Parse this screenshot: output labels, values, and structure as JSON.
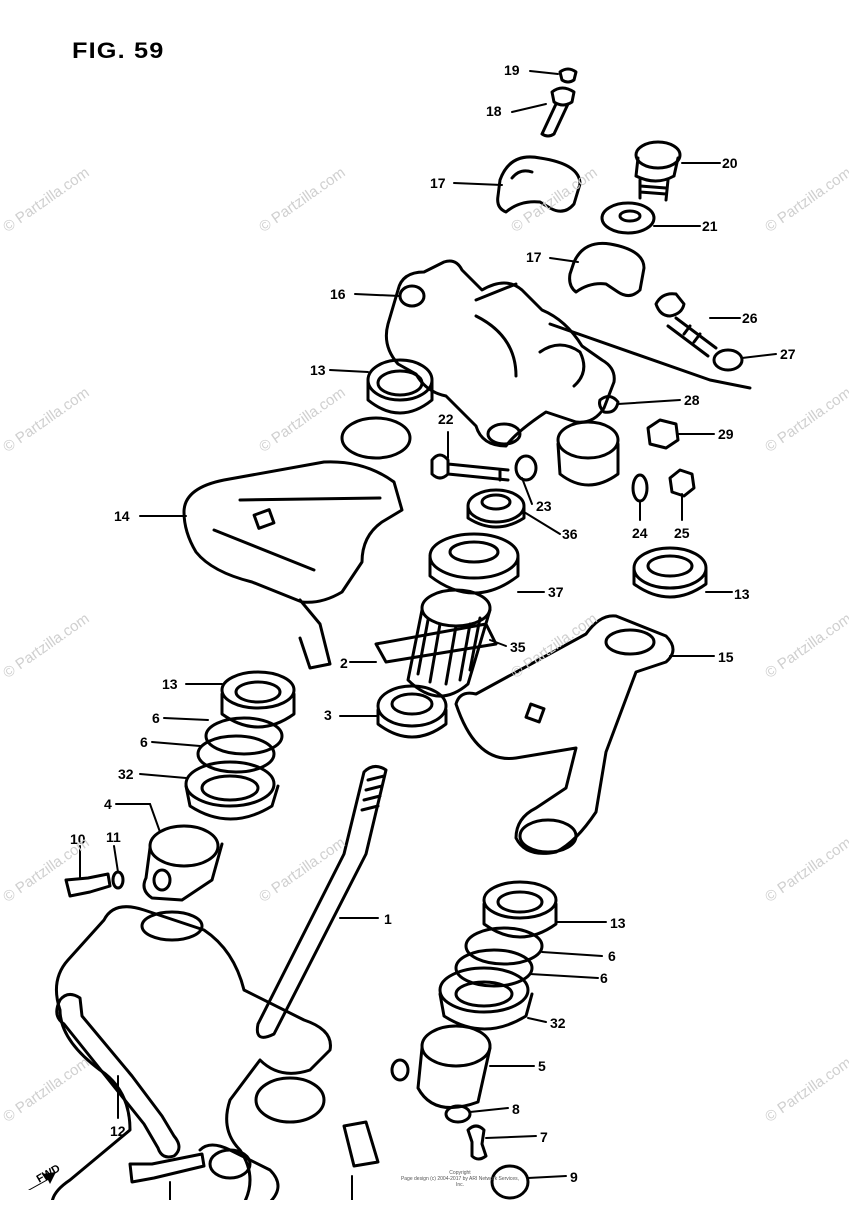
{
  "figure": {
    "title": "FIG. 59"
  },
  "watermark": {
    "text": "© Partzilla.com"
  },
  "copyright": {
    "line1": "Copyright",
    "line2": "Page design (c) 2004-2017 by ARI Network Services, Inc."
  },
  "front_arrow": {
    "text": "FWD"
  },
  "callouts": [
    {
      "id": "c19",
      "text": "19"
    },
    {
      "id": "c18",
      "text": "18"
    },
    {
      "id": "c20",
      "text": "20"
    },
    {
      "id": "c17a",
      "text": "17"
    },
    {
      "id": "c21",
      "text": "21"
    },
    {
      "id": "c17b",
      "text": "17"
    },
    {
      "id": "c16",
      "text": "16"
    },
    {
      "id": "c26",
      "text": "26"
    },
    {
      "id": "c13a",
      "text": "13"
    },
    {
      "id": "c27",
      "text": "27"
    },
    {
      "id": "c28",
      "text": "28"
    },
    {
      "id": "c22",
      "text": "22"
    },
    {
      "id": "c29",
      "text": "29"
    },
    {
      "id": "c23",
      "text": "23"
    },
    {
      "id": "c14",
      "text": "14"
    },
    {
      "id": "c36",
      "text": "36"
    },
    {
      "id": "c24",
      "text": "24"
    },
    {
      "id": "c25",
      "text": "25"
    },
    {
      "id": "c37",
      "text": "37"
    },
    {
      "id": "c13b",
      "text": "13"
    },
    {
      "id": "c35",
      "text": "35"
    },
    {
      "id": "c2",
      "text": "2"
    },
    {
      "id": "c15",
      "text": "15"
    },
    {
      "id": "c13c",
      "text": "13"
    },
    {
      "id": "c3",
      "text": "3"
    },
    {
      "id": "c6a",
      "text": "6"
    },
    {
      "id": "c6b",
      "text": "6"
    },
    {
      "id": "c32a",
      "text": "32"
    },
    {
      "id": "c4",
      "text": "4"
    },
    {
      "id": "c10",
      "text": "10"
    },
    {
      "id": "c11",
      "text": "11"
    },
    {
      "id": "c1",
      "text": "1"
    },
    {
      "id": "c13d",
      "text": "13"
    },
    {
      "id": "c6c",
      "text": "6"
    },
    {
      "id": "c6d",
      "text": "6"
    },
    {
      "id": "c32b",
      "text": "32"
    },
    {
      "id": "c5",
      "text": "5"
    },
    {
      "id": "c8",
      "text": "8"
    },
    {
      "id": "c12",
      "text": "12"
    },
    {
      "id": "c7",
      "text": "7"
    },
    {
      "id": "c9",
      "text": "9"
    }
  ]
}
